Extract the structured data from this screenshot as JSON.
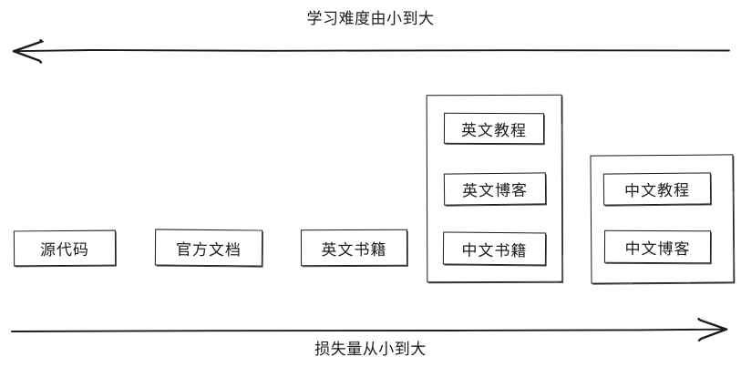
{
  "diagram": {
    "top_axis": {
      "label": "学习难度由小到大",
      "direction": "left",
      "icon": "arrow-left-icon"
    },
    "bottom_axis": {
      "label": "损失量从小到大",
      "direction": "right",
      "icon": "arrow-right-icon"
    },
    "nodes": [
      {
        "label": "源代码"
      },
      {
        "label": "官方文档"
      },
      {
        "label": "英文书籍"
      }
    ],
    "groups": [
      {
        "name": "group-1",
        "items": [
          {
            "label": "英文教程"
          },
          {
            "label": "英文博客"
          },
          {
            "label": "中文书籍"
          }
        ]
      },
      {
        "name": "group-2",
        "items": [
          {
            "label": "中文教程"
          },
          {
            "label": "中文博客"
          }
        ]
      }
    ],
    "colors": {
      "stroke": "#1b1b1b",
      "background": "#ffffff"
    }
  }
}
